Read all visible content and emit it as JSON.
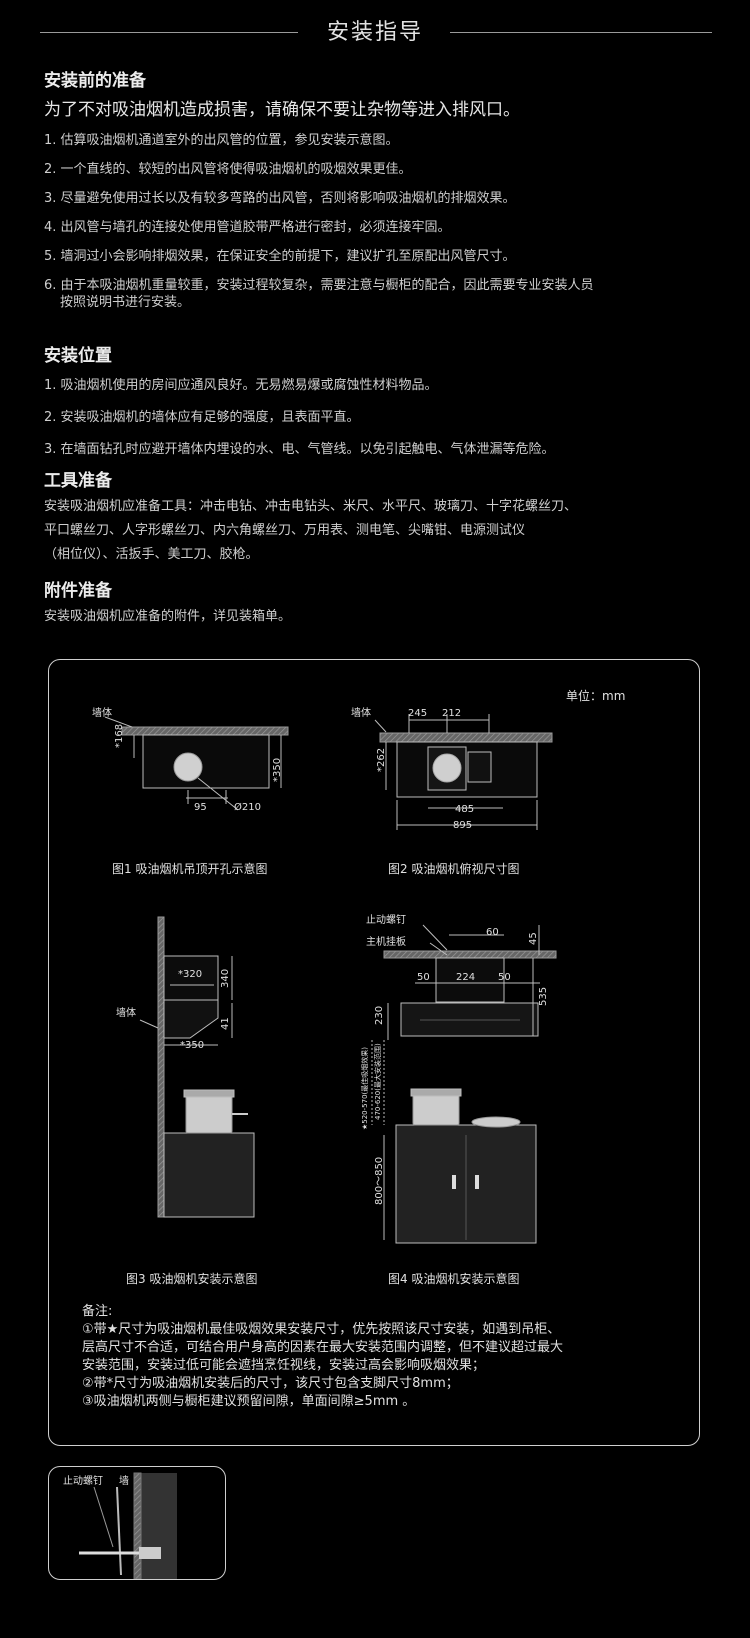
{
  "header": {
    "title": "安装指导"
  },
  "prep": {
    "heading": "安装前的准备",
    "intro": "为了不对吸油烟机造成损害，请确保不要让杂物等进入排风口。",
    "items": [
      "1. 估算吸油烟机通道室外的出风管的位置，参见安装示意图。",
      "2. 一个直线的、较短的出风管将使得吸油烟机的吸烟效果更佳。",
      "3. 尽量避免使用过长以及有较多弯路的出风管，否则将影响吸油烟机的排烟效果。",
      "4. 出风管与墙孔的连接处使用管道胶带严格进行密封，必须连接牢固。",
      "5. 墙洞过小会影响排烟效果，在保证安全的前提下，建议扩孔至原配出风管尺寸。",
      "6. 由于本吸油烟机重量较重，安装过程较复杂，需要注意与橱柜的配合，因此需要专业安装人员",
      "按照说明书进行安装。"
    ]
  },
  "position": {
    "heading": "安装位置",
    "items": [
      "1.    吸油烟机使用的房间应通风良好。无易燃易爆或腐蚀性材料物品。",
      "2.    安装吸油烟机的墙体应有足够的强度，且表面平直。",
      "3.    在墙面钻孔时应避开墙体内埋设的水、电、气管线。以免引起触电、气体泄漏等危险。"
    ]
  },
  "tools": {
    "heading": "工具准备",
    "lines": [
      "安装吸油烟机应准备工具：冲击电钻、冲击电钻头、米尺、水平尺、玻璃刀、十字花螺丝刀、",
      "平口螺丝刀、人字形螺丝刀、内六角螺丝刀、万用表、测电笔、尖嘴钳、电源测试仪",
      "（相位仪）、活扳手、美工刀、胶枪。"
    ]
  },
  "accessories": {
    "heading": "附件准备",
    "text": "安装吸油烟机应准备的附件，详见装箱单。"
  },
  "diagrams": {
    "unit": "单位：mm",
    "fig1": {
      "caption": "图1 吸油烟机吊顶开孔示意图",
      "wall": "墙体",
      "d168": "*168",
      "d350": "*350",
      "d95": "95",
      "d210": "Ø210"
    },
    "fig2": {
      "caption": "图2 吸油烟机俯视尺寸图",
      "wall": "墙体",
      "d245": "245",
      "d212": "212",
      "d262": "*262",
      "d485": "485",
      "d895": "895"
    },
    "fig3": {
      "caption": "图3 吸油烟机安装示意图",
      "wall": "墙体",
      "d320": "*320",
      "d340": "340",
      "d41": "41",
      "d350": "*350"
    },
    "fig4": {
      "caption": "图4 吸油烟机安装示意图",
      "screw": "止动螺钉",
      "plate": "主机挂板",
      "d60": "60",
      "d45": "45",
      "d50a": "50",
      "d224": "224",
      "d50b": "50",
      "d535": "535",
      "d230": "230",
      "range1": "★520-570(最佳吸烟效果)",
      "range2": "470-620(最大安装范围)",
      "d800": "800～850"
    }
  },
  "notes": {
    "title": "备注:",
    "lines": [
      "①带★尺寸为吸油烟机最佳吸烟效果安装尺寸，优先按照该尺寸安装，如遇到吊柜、",
      "层高尺寸不合适，可结合用户身高的因素在最大安装范围内调整，但不建议超过最大",
      "安装范围，安装过低可能会遮挡烹饪视线，安装过高会影响吸烟效果；",
      "②带*尺寸为吸油烟机安装后的尺寸，该尺寸包含支脚尺寸8mm；",
      "③吸油烟机两侧与橱柜建议预留间隙，单面间隙≥5mm 。"
    ]
  },
  "detail": {
    "screw": "止动螺钉",
    "wall": "墙"
  }
}
